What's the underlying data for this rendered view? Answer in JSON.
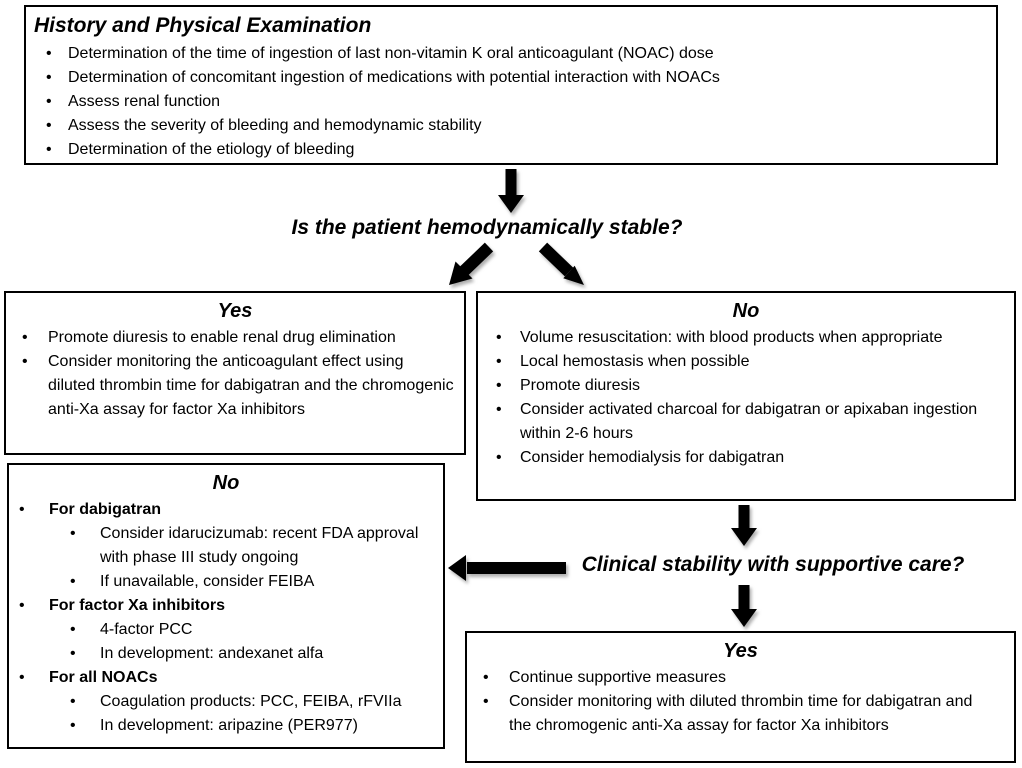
{
  "ui": {
    "bullet": "•",
    "text_color": "#000000",
    "border_color": "#000000",
    "arrow_color": "#000000",
    "background": "#ffffff"
  },
  "flowchart": {
    "history_box": {
      "title": "History and Physical Examination",
      "items": [
        "Determination of the time of ingestion of last non-vitamin K oral anticoagulant (NOAC) dose",
        "Determination of concomitant ingestion of medications with potential interaction with NOACs",
        "Assess renal function",
        "Assess the severity of bleeding and hemodynamic stability",
        "Determination of the etiology of bleeding"
      ]
    },
    "question1": "Is the patient hemodynamically stable?",
    "stable_yes_box": {
      "title": "Yes",
      "items": [
        "Promote diuresis to enable renal drug elimination",
        "Consider monitoring the anticoagulant effect using diluted thrombin time for dabigatran and the chromogenic anti-Xa assay for factor Xa inhibitors"
      ]
    },
    "stable_no_box": {
      "title": "No",
      "items": [
        "Volume resuscitation: with blood products when appropriate",
        "Local hemostasis when possible",
        "Promote diuresis",
        "Consider activated charcoal for dabigatran or apixaban ingestion within 2-6 hours",
        "Consider hemodialysis for dabigatran"
      ]
    },
    "question2": "Clinical stability with supportive care?",
    "supportive_no_box": {
      "title": "No",
      "groups": [
        {
          "label": "For dabigatran",
          "subs": [
            "Consider idarucizumab: recent FDA approval with phase III study ongoing",
            "If unavailable, consider FEIBA"
          ]
        },
        {
          "label": "For factor Xa inhibitors",
          "subs": [
            "4-factor PCC",
            "In development: andexanet alfa"
          ]
        },
        {
          "label": "For all NOACs",
          "subs": [
            "Coagulation products: PCC, FEIBA, rFVIIa",
            "In development: aripazine (PER977)"
          ]
        }
      ]
    },
    "supportive_yes_box": {
      "title": "Yes",
      "items": [
        "Continue supportive measures",
        "Consider monitoring with diluted thrombin time for dabigatran and the chromogenic anti-Xa assay for factor Xa inhibitors"
      ]
    }
  }
}
